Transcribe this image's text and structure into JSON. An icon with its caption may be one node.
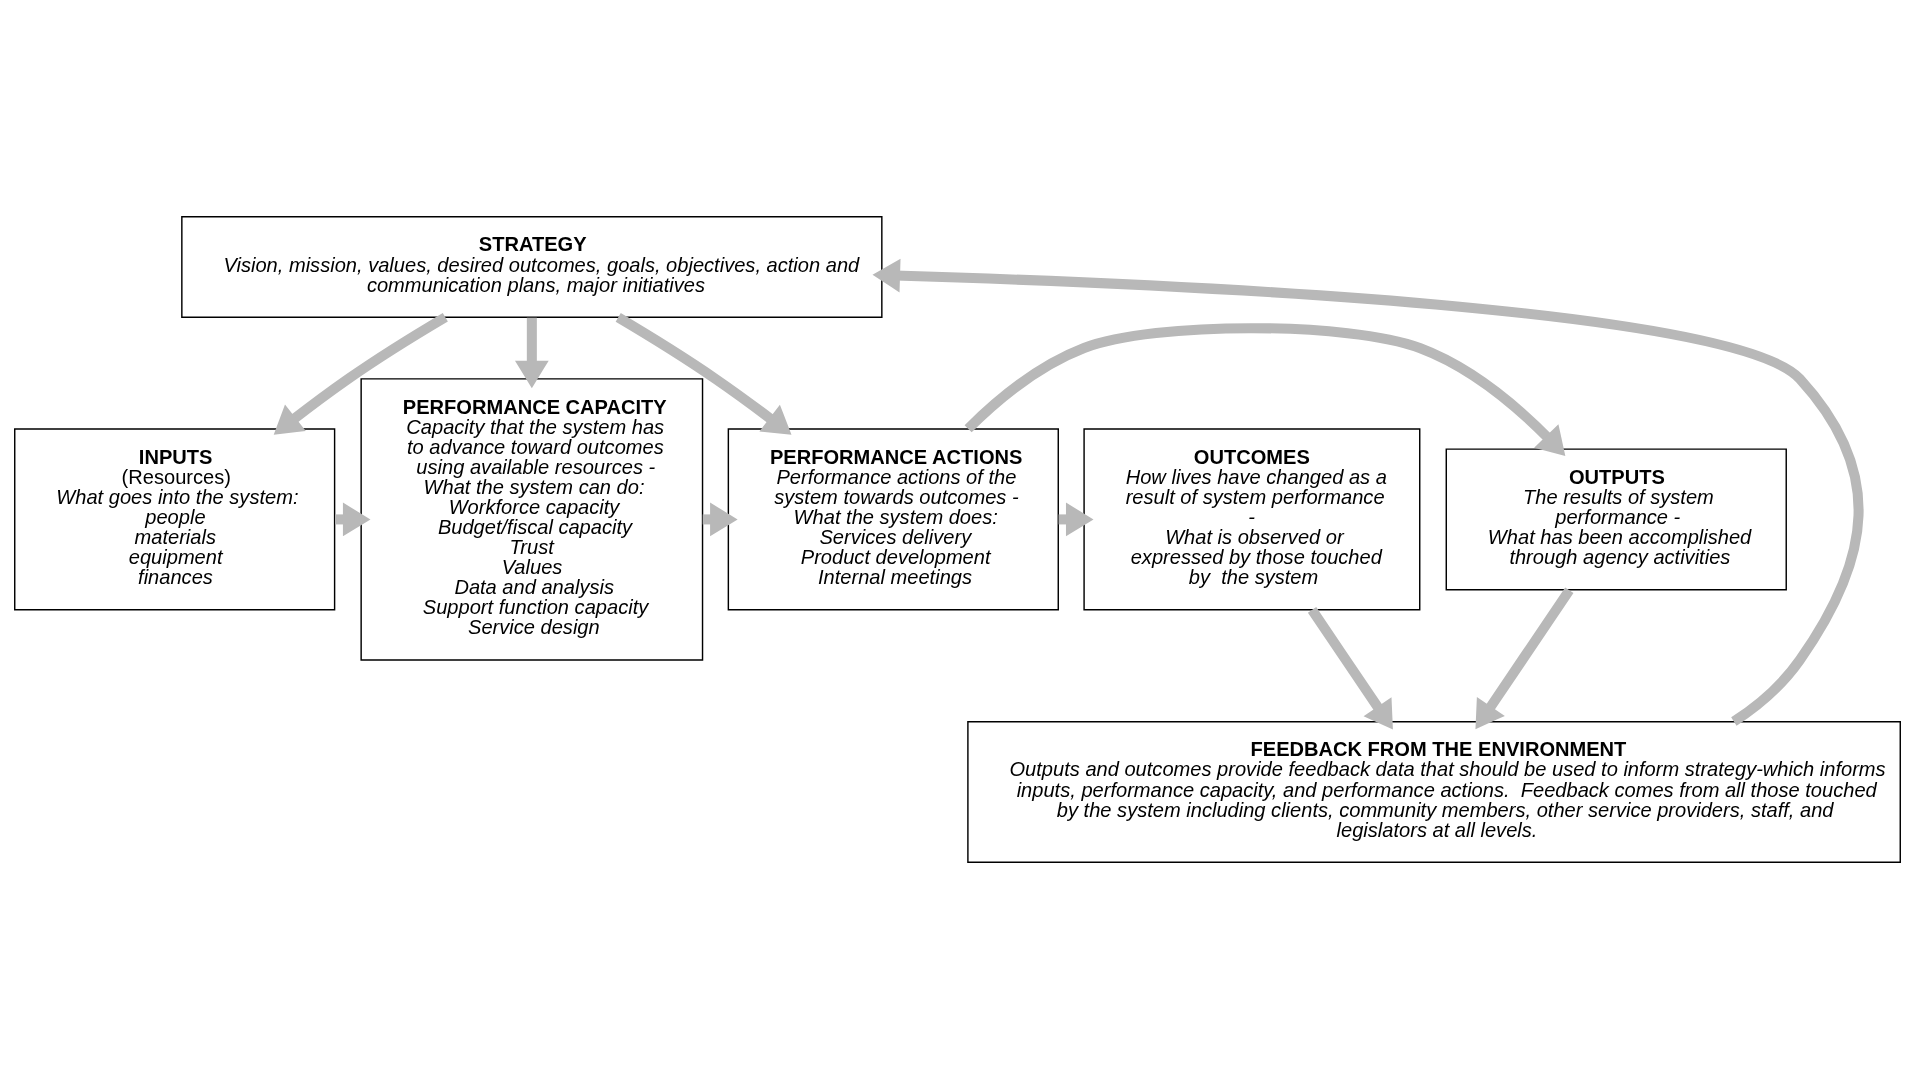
{
  "diagram": {
    "nodes": [
      {
        "text": [
          "STRATEGY",
          "Vision, mission, values, desired outcomes, goals, objectives, action and communication plans, major initiatives"
        ]
      },
      {
        "text": [
          "INPUTS",
          "(Resources)",
          "What goes into the system:",
          "people",
          "materials",
          "equipment",
          "finances"
        ]
      },
      {
        "text": [
          "PERFORMANCE CAPACITY",
          "Capacity that the system has to advance toward outcomes using available resources - What the system can do:",
          "Workforce capacity",
          "Budget/fiscal capacity",
          "Trust",
          "Values",
          "Data and analysis",
          "Support function capacity",
          "Service design"
        ]
      },
      {
        "text": [
          "PERFORMANCE ACTIONS",
          "Performance actions of the system towards outcomes - What the system does:",
          "Services delivery",
          "Product development",
          "Internal meetings"
        ]
      },
      {
        "text": [
          "OUTPUTS",
          "The results of system performance -",
          "What has been accomplished through agency activities"
        ]
      },
      {
        "text": [
          "OUTCOMES",
          "How lives have changed as a result of system performance -",
          "What is observed or expressed by those touched by  the system"
        ]
      },
      {
        "text": [
          "FEEDBACK FROM THE ENVIRONMENT",
          "Outputs and outcomes provide feedback data that should be used to inform strategy-which informs inputs, performance capacity, and performance actions.  Feedback comes from all those touched by the system including clients, community members, other service providers, staff, and legislators at all levels."
        ]
      }
    ],
    "edges": [
      {
        "from": 0,
        "to": 1,
        "arrow": "to"
      },
      {
        "from": 0,
        "to": 2,
        "arrow": "to"
      },
      {
        "from": 0,
        "to": 3,
        "arrow": "to"
      },
      {
        "from": 1,
        "to": 2,
        "arrow": "to"
      },
      {
        "from": 2,
        "to": 3,
        "arrow": "to"
      },
      {
        "from": 3,
        "to": 4,
        "arrow": "to"
      },
      {
        "from": 3,
        "to": 5,
        "arrow": "to"
      },
      {
        "from": 4,
        "to": 6,
        "arrow": "to"
      },
      {
        "from": 5,
        "to": 6,
        "arrow": "to"
      },
      {
        "from": 6,
        "to": 0,
        "arrow": "to"
      }
    ]
  }
}
